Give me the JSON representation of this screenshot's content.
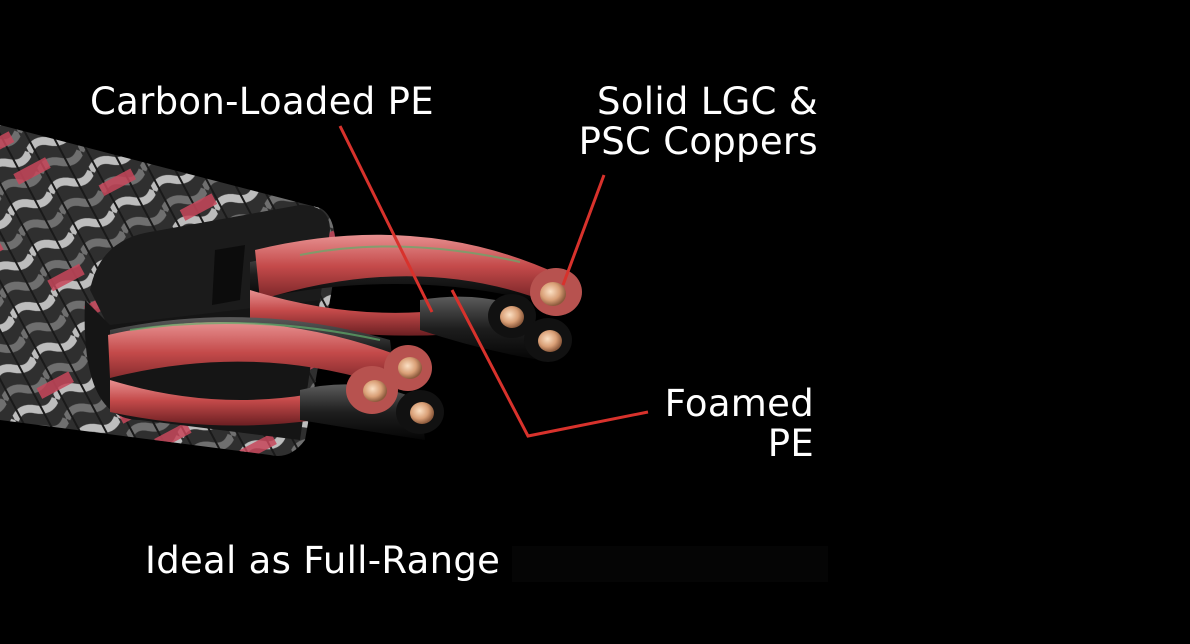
{
  "labels": {
    "carbon_loaded": "Carbon-Loaded PE",
    "solid_line1": "Solid LGC &",
    "solid_line2": "PSC Coppers",
    "foamed_line1": "Foamed",
    "foamed_line2": "PE"
  },
  "caption": "Ideal as Full-Range",
  "colors": {
    "background": "#000000",
    "leader_line": "#d8322c",
    "label_text": "#ffffff",
    "conductor_red": "#c94848",
    "copper": "#e8b48c"
  }
}
